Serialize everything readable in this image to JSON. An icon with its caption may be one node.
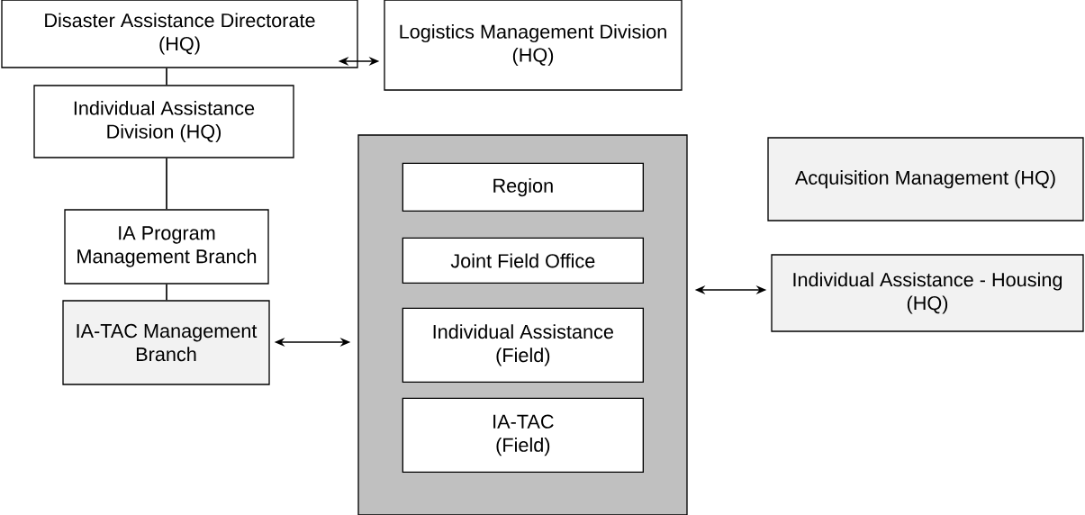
{
  "diagram": {
    "nodes": [
      {
        "text": [
          "Disaster Assistance Directorate (HQ)"
        ]
      },
      {
        "text": [
          "Logistics Management Division (HQ)"
        ]
      },
      {
        "text": [
          "Individual Assistance Division (HQ)"
        ]
      },
      {
        "text": [
          "IA Program Management Branch"
        ]
      },
      {
        "text": [
          "IA-TAC Management Branch"
        ]
      },
      {
        "text": [],
        "shape": "box"
      },
      {
        "text": [
          "Region"
        ],
        "in": 5
      },
      {
        "text": [
          "Joint Field Office"
        ],
        "in": 5
      },
      {
        "text": [
          "Individual Assistance (Field)"
        ],
        "in": 5
      },
      {
        "text": [
          "IA-TAC (Field)"
        ],
        "in": 5
      },
      {
        "text": [
          "Acquisition Management (HQ)"
        ]
      },
      {
        "text": [
          "Individual Assistance - Housing (HQ)"
        ]
      }
    ],
    "edges": [
      {
        "from": 0,
        "to": 1,
        "arrow": "both"
      },
      {
        "from": 0,
        "to": 2,
        "arrow": "none"
      },
      {
        "from": 2,
        "to": 3,
        "arrow": "none"
      },
      {
        "from": 3,
        "to": 4,
        "arrow": "none"
      },
      {
        "from": 4,
        "to": 5,
        "arrow": "both"
      },
      {
        "from": 5,
        "to": 11,
        "arrow": "both"
      }
    ]
  }
}
